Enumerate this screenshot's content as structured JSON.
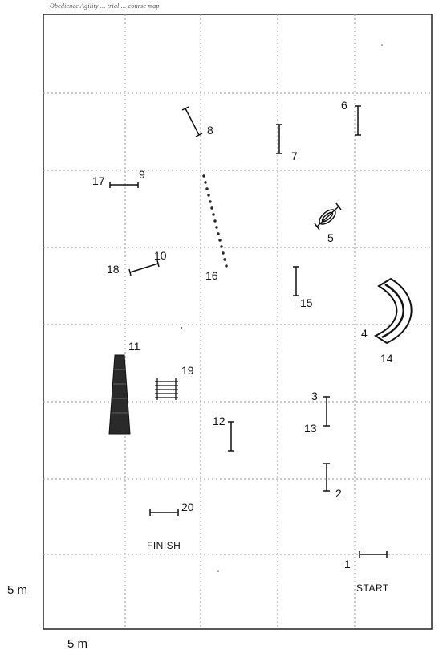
{
  "header_note": "Obedience Agility ... trial ... course map",
  "scale": {
    "vertical_label": "5 m",
    "horizontal_label": "5 m"
  },
  "grid": {
    "columns": 5,
    "rows": 8,
    "line_color": "#999999",
    "border_color": "#222222"
  },
  "markers": {
    "start": "START",
    "finish": "FINISH"
  },
  "obstacle_numbers": {
    "n1": "1",
    "n2": "2",
    "n3": "3",
    "n4": "4",
    "n5": "5",
    "n6": "6",
    "n7": "7",
    "n8": "8",
    "n9": "9",
    "n10": "10",
    "n11": "11",
    "n12": "12",
    "n13": "13",
    "n14": "14",
    "n15": "15",
    "n16": "16",
    "n17": "17",
    "n18": "18",
    "n19": "19",
    "n20": "20"
  },
  "colors": {
    "ink": "#111111",
    "tunnel_fill": "#2a2a2a",
    "weave_dots": "#222222"
  }
}
